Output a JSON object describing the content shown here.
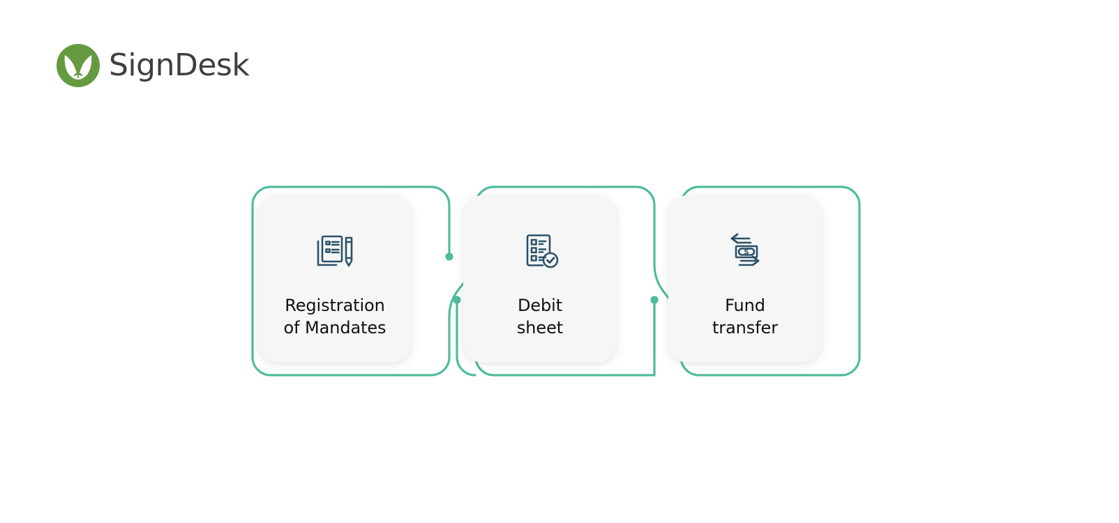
{
  "brand": {
    "name": "SignDesk",
    "logo_icon": "signdesk-pen-nib-leaf-logo",
    "logo_color": "#659a41",
    "wordmark_color": "#3f3f3f"
  },
  "theme": {
    "page_background": "#ffffff",
    "card_background": "#f6f6f6",
    "connector_color": "#4fbc9c",
    "icon_color": "#2b5268",
    "label_color": "#111111"
  },
  "flow": {
    "steps": [
      {
        "id": "registration-of-mandates",
        "label": "Registration\nof Mandates",
        "icon": "document-with-pencil-icon"
      },
      {
        "id": "debit-sheet",
        "label": "Debit\nsheet",
        "icon": "checklist-verified-icon"
      },
      {
        "id": "fund-transfer",
        "label": "Fund\ntransfer",
        "icon": "money-transfer-arrows-icon"
      }
    ],
    "connectors": [
      {
        "from": "registration-of-mandates",
        "to": "debit-sheet",
        "style": "s-curve-up"
      },
      {
        "from": "debit-sheet",
        "to": "fund-transfer",
        "style": "s-curve-down"
      }
    ]
  }
}
